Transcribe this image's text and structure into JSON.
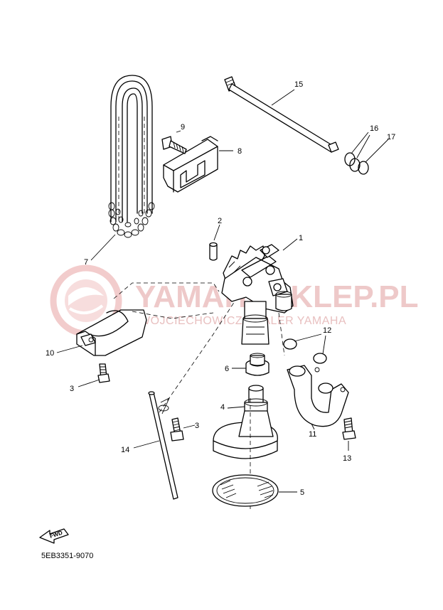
{
  "watermark": {
    "brand": "YAMAHASKLEP.PL",
    "subtitle": "WOJCIECHOWICZ DEALER YAMAHA",
    "color": "#e9a3a3"
  },
  "diagram": {
    "code": "5EB3351-9070",
    "direction_label": "FWD"
  },
  "callouts": [
    "1",
    "2",
    "3",
    "3",
    "4",
    "5",
    "6",
    "7",
    "8",
    "9",
    "10",
    "11",
    "12",
    "13",
    "14",
    "15",
    "16",
    "17"
  ]
}
